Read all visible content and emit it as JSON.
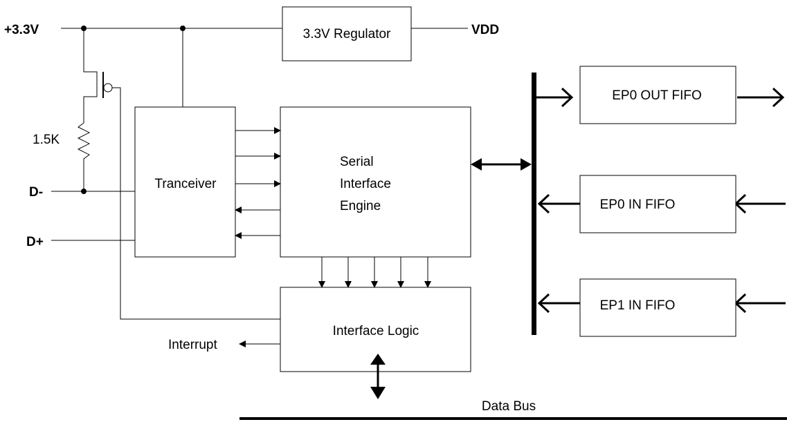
{
  "pins": {
    "vcc": "+3.3V",
    "vdd": "VDD",
    "dminus": "D-",
    "dplus": "D+"
  },
  "components": {
    "resistor": "1.5K"
  },
  "blocks": {
    "regulator": "3.3V Regulator",
    "transceiver": "Tranceiver",
    "sie_line1": "Serial",
    "sie_line2": "Interface",
    "sie_line3": "Engine",
    "interface_logic": "Interface Logic",
    "ep0_out": "EP0 OUT FIFO",
    "ep0_in": "EP0 IN FIFO",
    "ep1_in": "EP1 IN FIFO"
  },
  "signals": {
    "interrupt": "Interrupt",
    "data_bus": "Data Bus"
  }
}
